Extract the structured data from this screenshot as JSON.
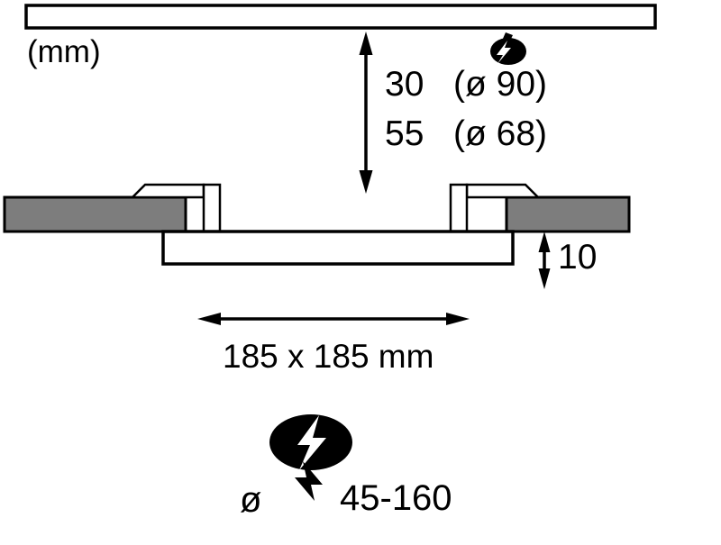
{
  "diagram": {
    "unit_label": "(mm)",
    "recess_depths": [
      {
        "value": "30",
        "hole": "(ø 90)"
      },
      {
        "value": "55",
        "hole": "(ø 68)"
      }
    ],
    "panel_thickness": "10",
    "panel_size": "185 x 185 mm",
    "cutout_symbol": "ø",
    "cutout_range": "45-160"
  },
  "icons": {
    "power_connection": "lightning-bolt",
    "cutout_diameter": "lightning-bolt"
  },
  "colors": {
    "ceiling_fill": "#7d7d7d",
    "line": "#000000",
    "background": "#ffffff"
  }
}
